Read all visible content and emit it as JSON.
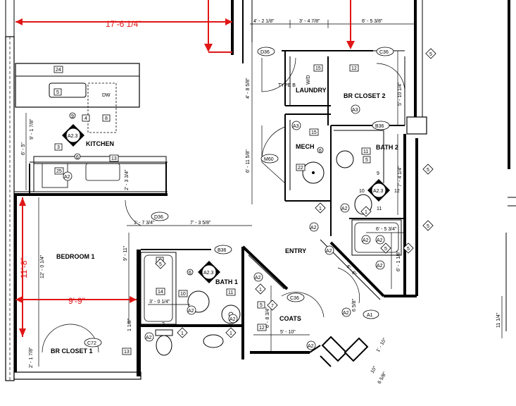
{
  "rooms": {
    "kitchen": "KITCHEN",
    "laundry": "LAUNDRY",
    "br_closet_2": "BR CLOSET 2",
    "mech": "MECH",
    "bath_2": "BATH 2",
    "bedroom_1": "BEDROOM 1",
    "bath_1": "BATH 1",
    "entry": "ENTRY",
    "coats": "COATS",
    "br_closet_1": "BR CLOSET 1"
  },
  "red_dims": {
    "top_width": "17'-6 1/4\"",
    "bedroom_height": "11'-8\"",
    "bedroom_width": "9'-9\""
  },
  "door_tags": {
    "d36_top": "D36",
    "c36_top": "C36",
    "b36_bath2": "B36",
    "m60": "M60",
    "d36_bed": "D36",
    "b36_bath1": "B36",
    "c36_coats": "C36",
    "c72": "C72",
    "a1": "A1"
  },
  "section_marks": {
    "kitchen": "A2.3",
    "bath2": "A2.3",
    "bath1": "A2.3"
  },
  "dims": {
    "top1": "4' - 2 1/8\"",
    "top2": "3' - 4 7/8\"",
    "top3": "6' - 5 3/8\"",
    "laundry_v": "4' - 8 5/8\"",
    "closet2_v": "5' - 10 1/4\"",
    "mech_v": "6' - 11 5/8\"",
    "bath2_v": "7' - 4 1/4\"",
    "kit_v1": "9' - 1 7/8\"",
    "kit_v2": "6' - 5\"",
    "kit_v3": "2' - 3 3/4\"",
    "bed_h1": "1' - 7 3/4\"",
    "bed_h2": "7' - 3 5/8\"",
    "bed_v1": "12' - 0 1/4\"",
    "bed_v2": "9' - 11\"",
    "bath1_w": "3' - 0 1/4\"",
    "coats_w": "5' - 10\"",
    "coats_v": "6' - 8 3/4\"",
    "bath2_w": "6' - 5 3/4\"",
    "bath2_v2": "6' - 1 1/8\"",
    "entry_diag": "6' - 6\"",
    "a1_d": "6 5/8\"",
    "r_side": "11 1/4\"",
    "closet1_v": "2' - 1 7/8\"",
    "small_1": "1 1/8\"",
    "a1_d2": "1' - 10\"",
    "a1_d3": "10\"",
    "a1_d4": "6 5/8\""
  },
  "keynotes": {
    "k24": "24",
    "k5a": "5",
    "dw": "DW",
    "k9": "9",
    "k4": "4",
    "k8": "8",
    "k3": "3",
    "k6a": "6",
    "k25": "25",
    "k13": "13",
    "k15a": "15",
    "k12a": "12",
    "a3a": "A3",
    "wd": "W/D",
    "k15b": "15",
    "a3b": "A3",
    "k6b": "6",
    "k22": "22",
    "k11a": "11",
    "k5b": "5",
    "k9b": "9",
    "k10a": "10",
    "k12b": "12",
    "k11b": "11",
    "k3b": "3",
    "k6c": "6",
    "k14": "14",
    "k10b": "10",
    "k11c": "11",
    "k5c": "5",
    "k13b": "13",
    "k2a": "2",
    "k12c": "12",
    "type": "TYPE B"
  },
  "fixtures": {
    "a2": "A2",
    "a2b": "A2",
    "a2c": "A2",
    "a2d": "A2",
    "a2e": "A2",
    "a2f": "A2",
    "a2g": "A2",
    "a2h": "A2",
    "a2i": "A2",
    "a2j": "A2"
  },
  "diamonds": {
    "d1": "1",
    "d2": "1",
    "d3": "1",
    "d4": "1",
    "d5": "5",
    "d6": "5",
    "d7": "5",
    "d8": "7",
    "d9": "1",
    "d10": "5",
    "d11": "5",
    "d12": "5"
  },
  "colors": {
    "dim_red": "#e01616",
    "ink": "#000000"
  }
}
